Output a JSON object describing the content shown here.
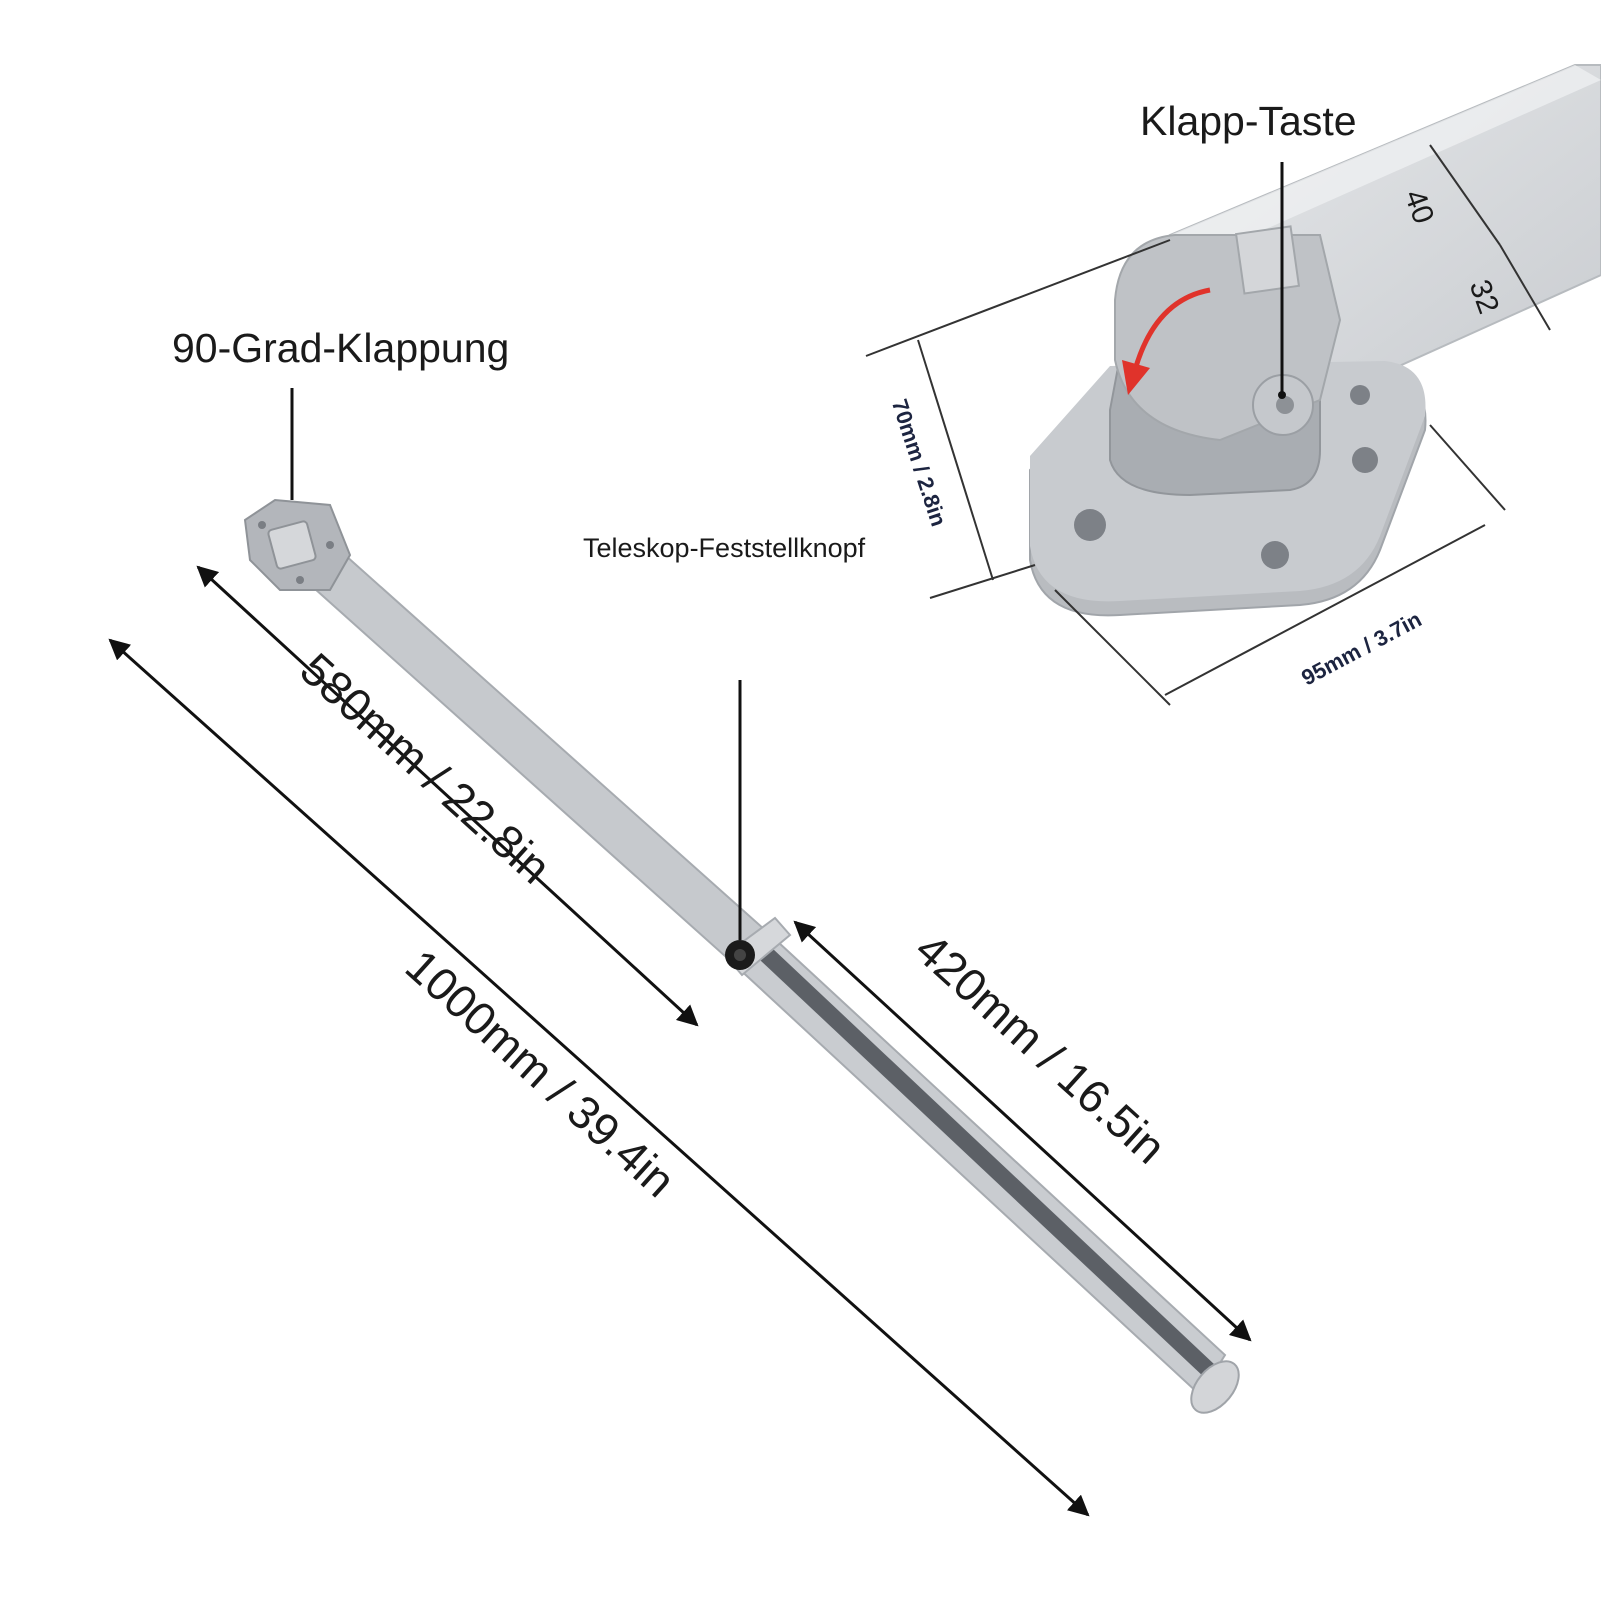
{
  "callouts": {
    "fold_button": "Klapp-Taste",
    "fold_90": "90-Grad-Klappung",
    "telescope_knob": "Teleskop-Feststellknopf"
  },
  "dimensions": {
    "upper_length": "580mm / 22.8in",
    "total_length": "1000mm / 39.4in",
    "lower_length": "420mm / 16.5in",
    "base_height": "70mm / 2.8in",
    "base_width": "95mm / 3.7in",
    "tube_width": "40",
    "tube_height": "32"
  },
  "colors": {
    "ink": "#111111",
    "bar": "#c6c9cd",
    "bar_dark": "#9a9ea3",
    "bracket": "#a8abb0",
    "rotate_arrow": "#e0332b",
    "knob": "#1b1b1b"
  }
}
